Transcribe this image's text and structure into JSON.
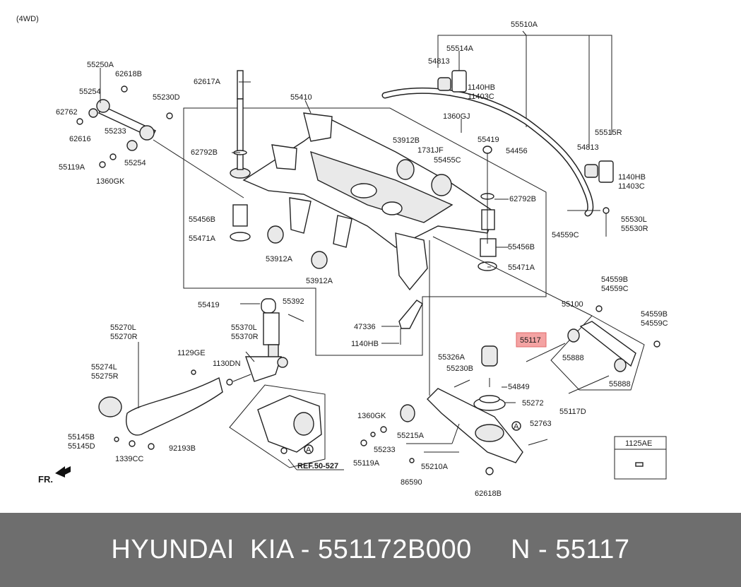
{
  "diagram": {
    "variant_label": "(4WD)",
    "part_labels": {
      "p55510A": "55510A",
      "p55514A": "55514A",
      "p54813a": "54813",
      "p1140HBa": "1140HB",
      "p11403Ca": "11403C",
      "p55250A": "55250A",
      "p62618Ba": "62618B",
      "p55254a": "55254",
      "p62762": "62762",
      "p62616": "62616",
      "p55233a": "55233",
      "p55119Aa": "55119A",
      "p1360GKa": "1360GK",
      "p55254b": "55254",
      "p55230D": "55230D",
      "p62617A": "62617A",
      "p55410": "55410",
      "p62792Ba": "62792B",
      "p1360GJ": "1360GJ",
      "p55419a": "55419",
      "p53912Ba": "53912B",
      "p1731JF": "1731JF",
      "p55455C": "55455C",
      "p54456": "54456",
      "p55515R": "55515R",
      "p54813b": "54813",
      "p1140HBb": "1140HB",
      "p11403Cb": "11403C",
      "p62792Bb": "62792B",
      "p55456Ba": "55456B",
      "p55471Aa": "55471A",
      "p53912Aa": "53912A",
      "p53912Ab": "53912A",
      "p55530L": "55530L",
      "p55530R": "55530R",
      "p54559Ca": "54559C",
      "p55456Bb": "55456B",
      "p55471Ab": "55471A",
      "p54559Bb": "54559B",
      "p54559Cb": "54559C",
      "p54559Bc": "54559B",
      "p54559Cc": "54559C",
      "p55100": "55100",
      "p55419b": "55419",
      "p55392": "55392",
      "p55370L": "55370L",
      "p55370R": "55370R",
      "p47336": "47336",
      "p1140HBc": "1140HB",
      "p55270L": "55270L",
      "p55270R": "55270R",
      "p1129GE": "1129GE",
      "p1130DN": "1130DN",
      "p55274L": "55274L",
      "p55275R": "55275R",
      "p55145B": "55145B",
      "p55145D": "55145D",
      "p1339CC": "1339CC",
      "p92193B": "92193B",
      "pA1": "A",
      "pREF": "REF.50-527",
      "p55117": "55117",
      "p55888a": "55888",
      "p55888b": "55888",
      "p55117D": "55117D",
      "p55326A": "55326A",
      "p55230B": "55230B",
      "p54849": "54849",
      "p55272": "55272",
      "p52763": "52763",
      "pA2": "A",
      "p1360GKb": "1360GK",
      "p55233b": "55233",
      "p55215A": "55215A",
      "p55119Ab": "55119A",
      "p55210A": "55210A",
      "p86590": "86590",
      "p62618Bb": "62618B",
      "p1125AE": "1125AE",
      "pFR": "FR."
    }
  },
  "footer": {
    "caption": "HYUNDAI  KIA - 551172B000     N - 55117"
  },
  "colors": {
    "highlight": "#f4a3a3",
    "footer_bg": "#6e6e6e",
    "line": "#222222"
  }
}
